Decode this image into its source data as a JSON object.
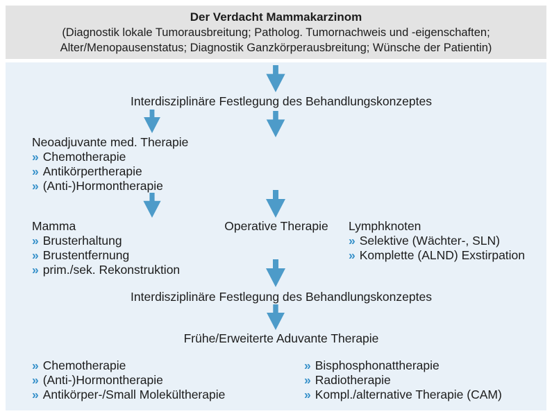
{
  "page": {
    "colors": {
      "page_bg": "#ffffff",
      "header_bg": "#e3e3e3",
      "panel_bg": "#e9f1f8",
      "arrow_color": "#4d9bc9",
      "chevron_color": "#3590c9",
      "text_color": "#1c1c1c"
    }
  },
  "icons": {
    "list_bullet": "»"
  },
  "header": {
    "title": "Der Verdacht Mammakarzinom",
    "subtitle_line1": "(Diagnostik lokale Tumorausbreitung; Patholog. Tumornachweis und -eigenschaften;",
    "subtitle_line2": "Alter/Menopausenstatus; Diagnostik Ganzkörperausbreitung; Wünsche der Patientin)"
  },
  "flow": {
    "step1": "Interdisziplinäre Festlegung des Behandlungskonzeptes",
    "neoadjuvant": {
      "title": "Neoadjuvante med. Therapie",
      "items": [
        "Chemotherapie",
        "Antikörpertherapie",
        "(Anti-)Hormontherapie"
      ]
    },
    "mamma": {
      "title": "Mamma",
      "items": [
        "Brusterhaltung",
        "Brustentfernung",
        "prim./sek. Rekonstruktion"
      ]
    },
    "operative_title": "Operative Therapie",
    "lymphknoten": {
      "title": "Lymphknoten",
      "items": [
        "Selektive (Wächter-, SLN)",
        "Komplette (ALND) Exstirpation"
      ]
    },
    "step2": "Interdisziplinäre Festlegung des Behandlungskonzeptes",
    "adjuvant_title": "Frühe/Erweiterte Aduvante Therapie",
    "adjuvant_left": [
      "Chemotherapie",
      "(Anti-)Hormontherapie",
      "Antikörper-/Small Molekültherapie"
    ],
    "adjuvant_right": [
      "Bisphosphonattherapie",
      "Radiotherapie",
      "Kompl./alternative Therapie (CAM)"
    ]
  }
}
